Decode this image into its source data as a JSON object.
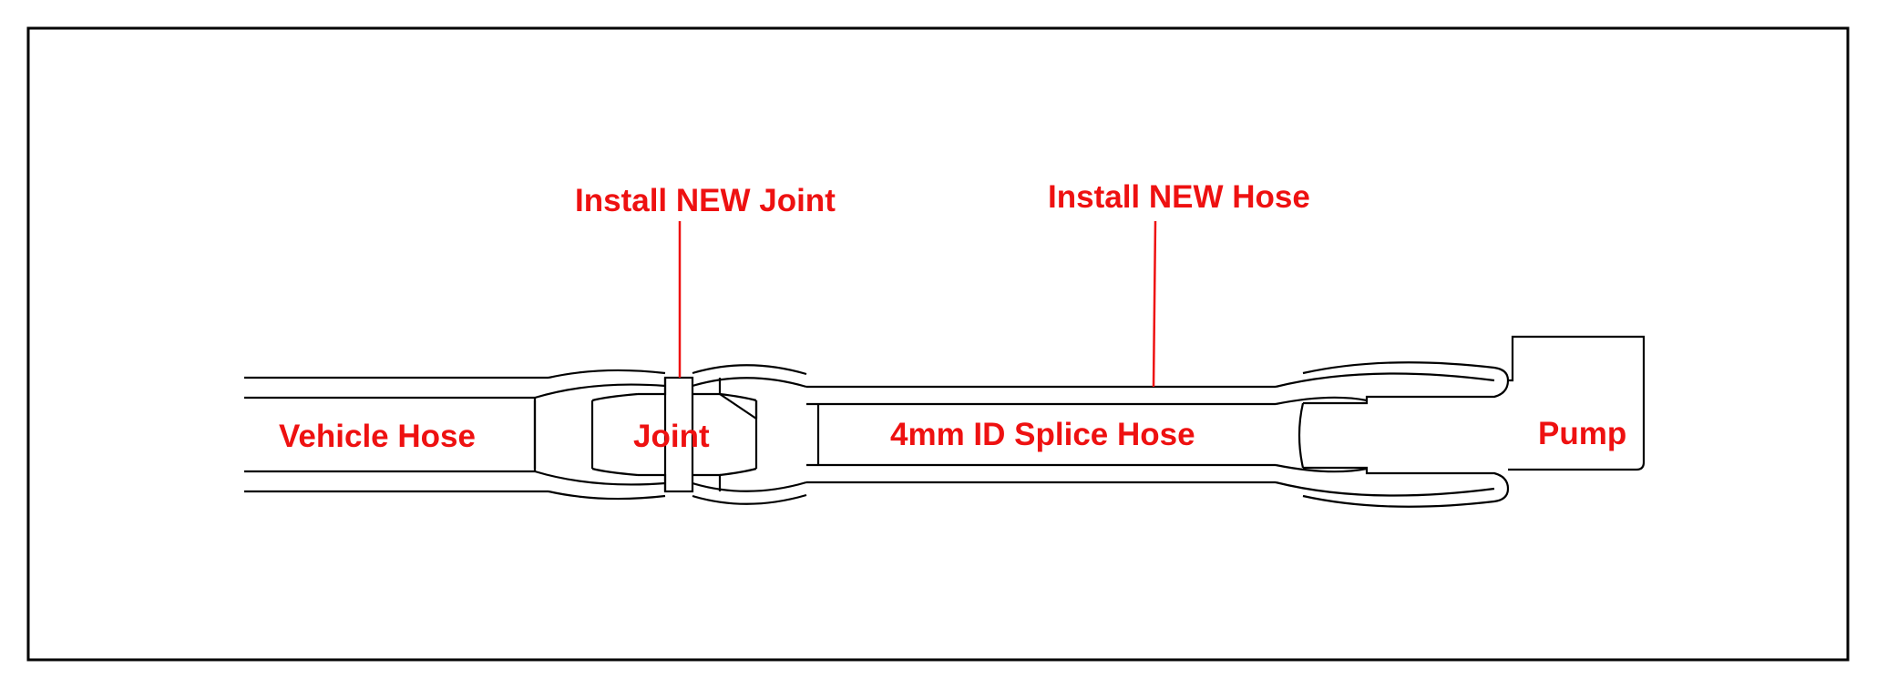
{
  "colors": {
    "label": "#ee1111",
    "line": "#000000",
    "background": "#ffffff"
  },
  "labels": {
    "install_new_joint": "Install NEW Joint",
    "install_new_hose": "Install NEW Hose",
    "vehicle_hose": "Vehicle Hose",
    "joint": "Joint",
    "splice_hose": "4mm ID Splice Hose",
    "pump": "Pump"
  }
}
